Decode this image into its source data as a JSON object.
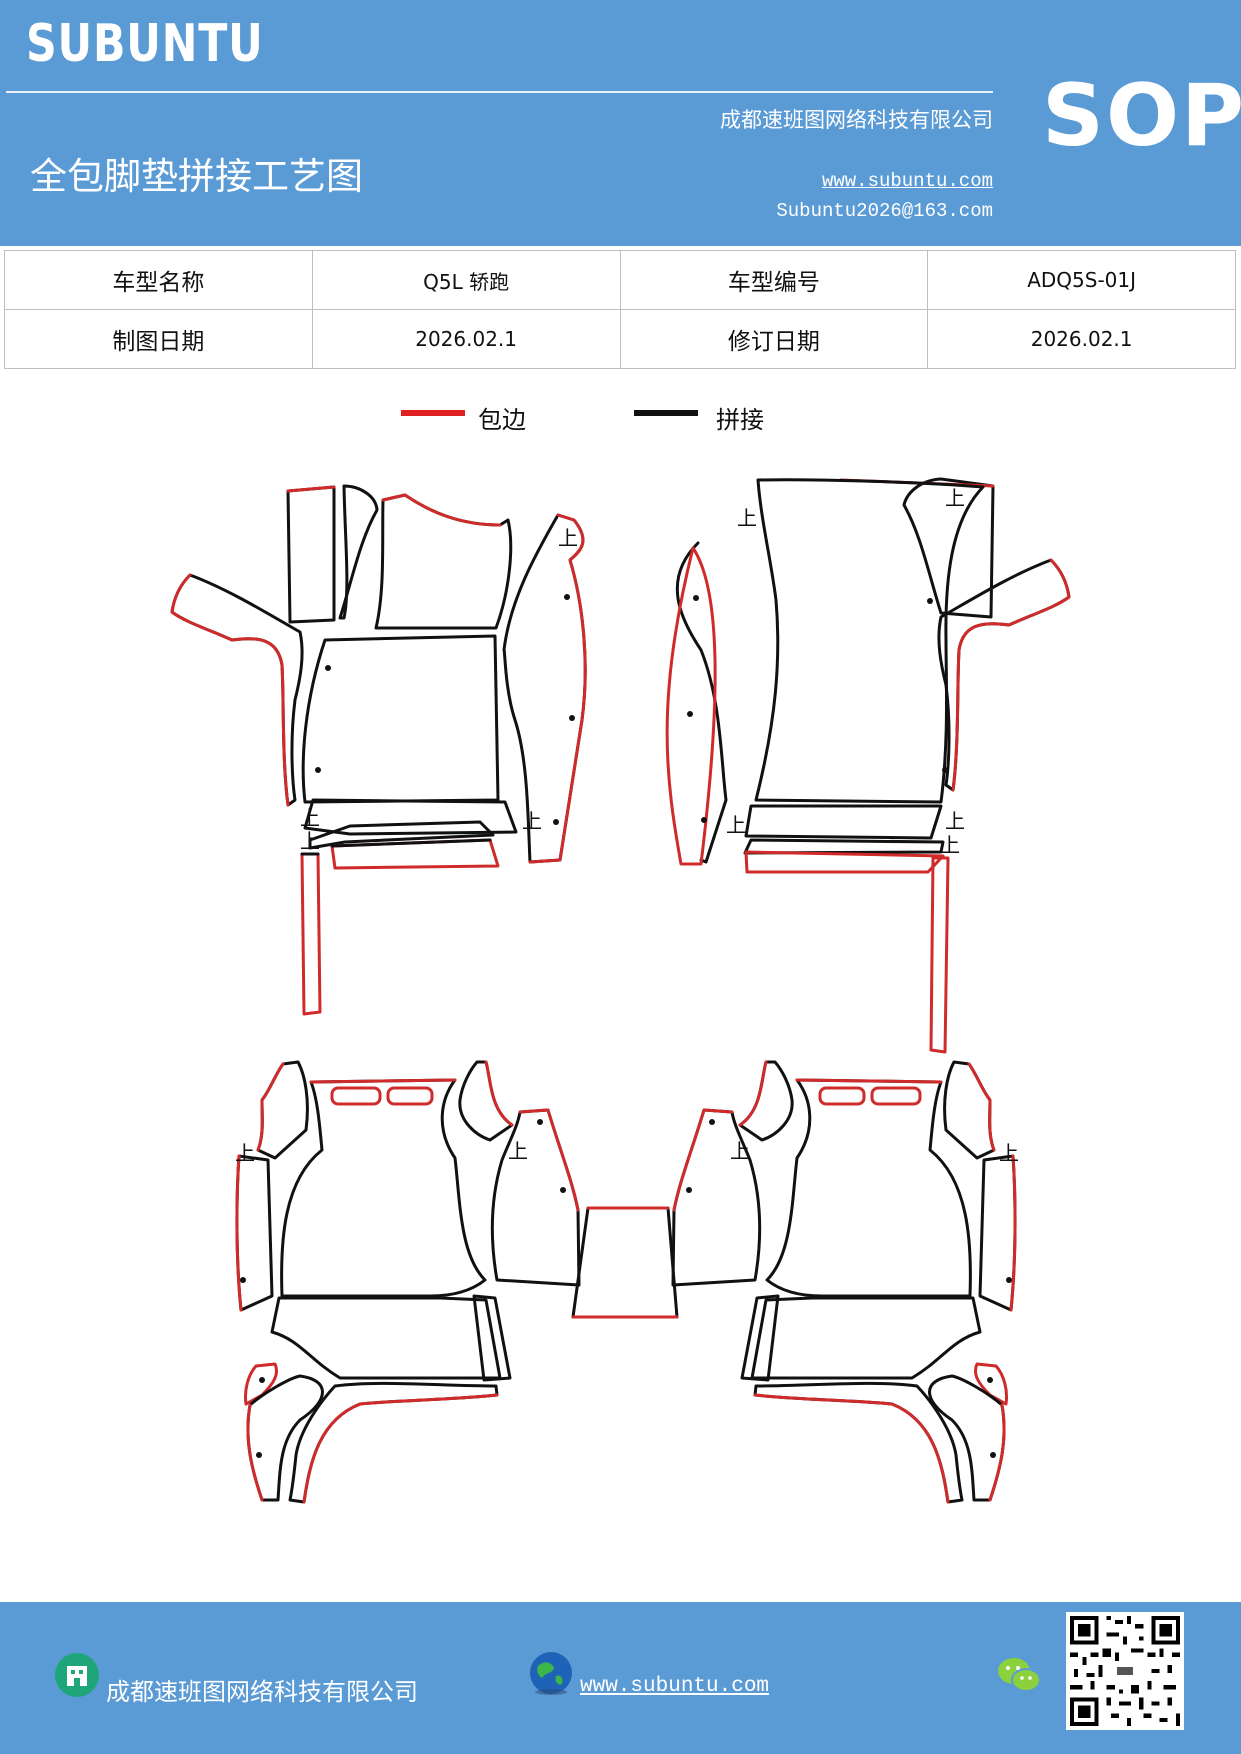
{
  "header": {
    "brand": "SUBUNTU",
    "company": "成都速班图网络科技有限公司",
    "title": "全包脚垫拼接工艺图",
    "website": "www.subuntu.com",
    "email": "Subuntu2026@163.com",
    "badge": "SOP"
  },
  "info_table": {
    "rows": [
      [
        {
          "label": "车型名称"
        },
        {
          "value": "Q5L  轿跑"
        },
        {
          "label": "车型编号"
        },
        {
          "value": "ADQ5S-01J"
        }
      ],
      [
        {
          "label": "制图日期"
        },
        {
          "value": "2026.02.1"
        },
        {
          "label": "修订日期"
        },
        {
          "value": "2026.02.1"
        }
      ]
    ]
  },
  "legend": {
    "items": [
      {
        "label": "包边",
        "color": "#e02020"
      },
      {
        "label": "拼接",
        "color": "#111111"
      }
    ]
  },
  "diagram": {
    "marker_text": "上",
    "edge_color": "#cf2b2b",
    "seam_color": "#111111"
  },
  "footer": {
    "company": "成都速班图网络科技有限公司",
    "website": "www.subuntu.com"
  }
}
